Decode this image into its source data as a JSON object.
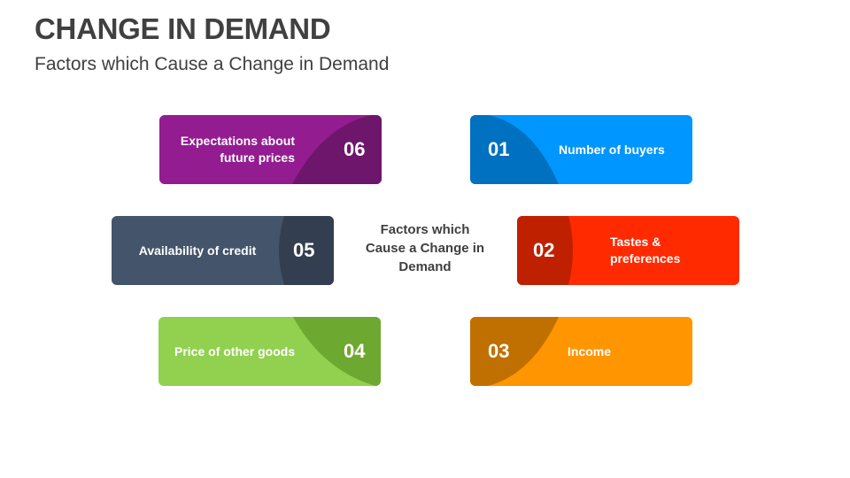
{
  "header": {
    "title": "CHANGE IN DEMAND",
    "subtitle": "Factors which Cause a Change in Demand"
  },
  "center": {
    "text": "Factors which Cause a Change in Demand"
  },
  "factors": [
    {
      "number": "01",
      "label": "Number of buyers",
      "color": "#0096FF",
      "accent": "#0070C0"
    },
    {
      "number": "02",
      "label": "Tastes & preferences",
      "color": "#FF2A00",
      "accent": "#BF2000"
    },
    {
      "number": "03",
      "label": "Income",
      "color": "#FF9500",
      "accent": "#C07000"
    },
    {
      "number": "04",
      "label": "Price of other goods",
      "color": "#92D050",
      "accent": "#6DA830"
    },
    {
      "number": "05",
      "label": "Availability of credit",
      "color": "#44546A",
      "accent": "#333F50"
    },
    {
      "number": "06",
      "label": "Expectations about future prices",
      "color": "#931C91",
      "accent": "#6E166C"
    }
  ]
}
